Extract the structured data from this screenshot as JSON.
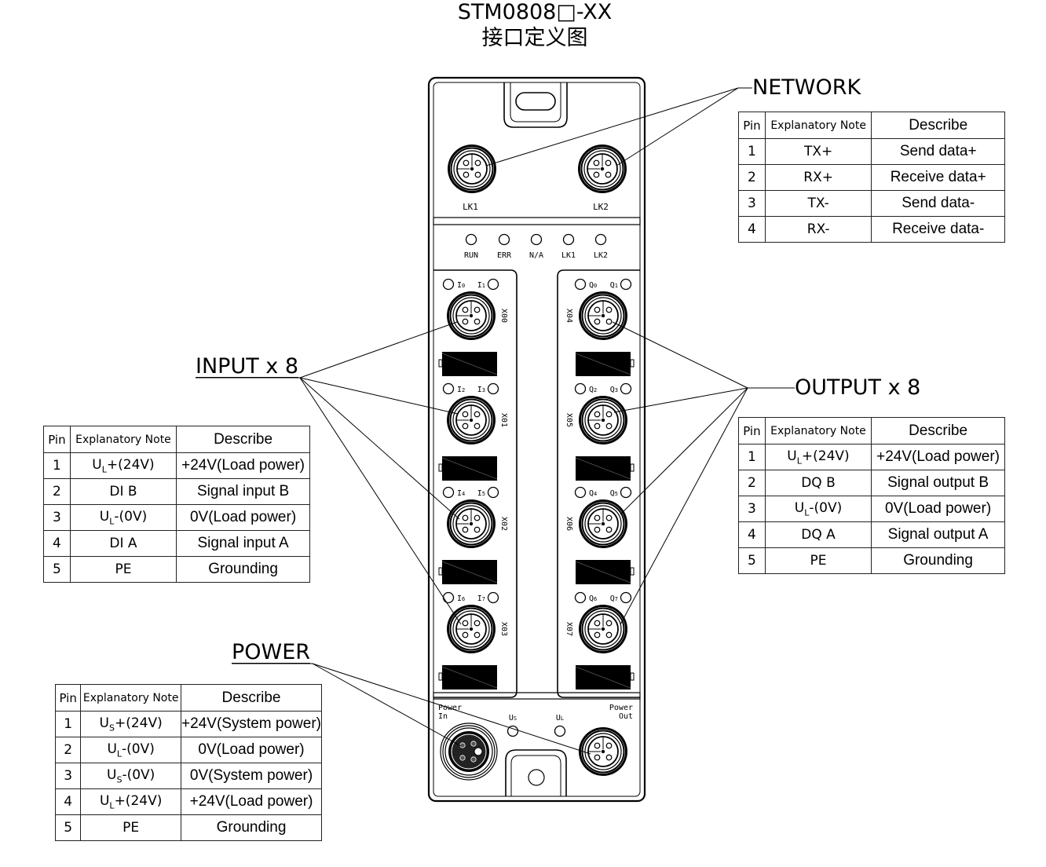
{
  "title": {
    "model": "STM0808□-XX",
    "subtitle": "接口定义图"
  },
  "callouts": {
    "network": "NETWORK",
    "input": "INPUT x 8",
    "output": "OUTPUT x 8",
    "power": "POWER"
  },
  "table_headers": {
    "pin": "Pin",
    "note": "Explanatory Note",
    "desc": "Describe"
  },
  "network_table": [
    {
      "pin": "1",
      "note": "TX+",
      "desc": "Send data+"
    },
    {
      "pin": "2",
      "note": "RX+",
      "desc": "Receive data+"
    },
    {
      "pin": "3",
      "note": "TX-",
      "desc": "Send data-"
    },
    {
      "pin": "4",
      "note": "RX-",
      "desc": "Receive data-"
    }
  ],
  "input_table": [
    {
      "pin": "1",
      "note_main": "U",
      "note_sub": "L",
      "note_rest": "+(24V)",
      "desc": "+24V(Load power)"
    },
    {
      "pin": "2",
      "note_main": "DI B",
      "note_sub": "",
      "note_rest": "",
      "desc": "Signal input B"
    },
    {
      "pin": "3",
      "note_main": "U",
      "note_sub": "L",
      "note_rest": "-(0V)",
      "desc": "0V(Load power)"
    },
    {
      "pin": "4",
      "note_main": "DI A",
      "note_sub": "",
      "note_rest": "",
      "desc": "Signal input A"
    },
    {
      "pin": "5",
      "note_main": "PE",
      "note_sub": "",
      "note_rest": "",
      "desc": "Grounding"
    }
  ],
  "output_table": [
    {
      "pin": "1",
      "note_main": "U",
      "note_sub": "L",
      "note_rest": "+(24V)",
      "desc": "+24V(Load power)"
    },
    {
      "pin": "2",
      "note_main": "DQ B",
      "note_sub": "",
      "note_rest": "",
      "desc": "Signal output B"
    },
    {
      "pin": "3",
      "note_main": "U",
      "note_sub": "L",
      "note_rest": "-(0V)",
      "desc": "0V(Load power)"
    },
    {
      "pin": "4",
      "note_main": "DQ A",
      "note_sub": "",
      "note_rest": "",
      "desc": "Signal output A"
    },
    {
      "pin": "5",
      "note_main": "PE",
      "note_sub": "",
      "note_rest": "",
      "desc": "Grounding"
    }
  ],
  "power_table": [
    {
      "pin": "1",
      "note_main": "U",
      "note_sub": "S",
      "note_rest": "+(24V)",
      "desc": "+24V(System power)"
    },
    {
      "pin": "2",
      "note_main": "U",
      "note_sub": "L",
      "note_rest": "-(0V)",
      "desc": "0V(Load power)"
    },
    {
      "pin": "3",
      "note_main": "U",
      "note_sub": "S",
      "note_rest": "-(0V)",
      "desc": "0V(System power)"
    },
    {
      "pin": "4",
      "note_main": "U",
      "note_sub": "L",
      "note_rest": "+(24V)",
      "desc": "+24V(Load power)"
    },
    {
      "pin": "5",
      "note_main": "PE",
      "note_sub": "",
      "note_rest": "",
      "desc": "Grounding"
    }
  ],
  "device": {
    "network_ports": [
      "LK1",
      "LK2"
    ],
    "status_leds": [
      "RUN",
      "ERR",
      "N/A",
      "LK1",
      "LK2"
    ],
    "input_ports": [
      {
        "id": "X00",
        "leds": [
          "I0",
          "I1"
        ]
      },
      {
        "id": "X01",
        "leds": [
          "I2",
          "I3"
        ]
      },
      {
        "id": "X02",
        "leds": [
          "I4",
          "I5"
        ]
      },
      {
        "id": "X03",
        "leds": [
          "I6",
          "I7"
        ]
      }
    ],
    "output_ports": [
      {
        "id": "X04",
        "leds": [
          "Q0",
          "Q1"
        ]
      },
      {
        "id": "X05",
        "leds": [
          "Q2",
          "Q3"
        ]
      },
      {
        "id": "X06",
        "leds": [
          "Q4",
          "Q5"
        ]
      },
      {
        "id": "X07",
        "leds": [
          "Q6",
          "Q7"
        ]
      }
    ],
    "power_in": [
      "Power",
      "In"
    ],
    "power_out": [
      "Power",
      "Out"
    ],
    "power_leds": [
      {
        "main": "U",
        "sub": "S"
      },
      {
        "main": "U",
        "sub": "L"
      }
    ]
  }
}
